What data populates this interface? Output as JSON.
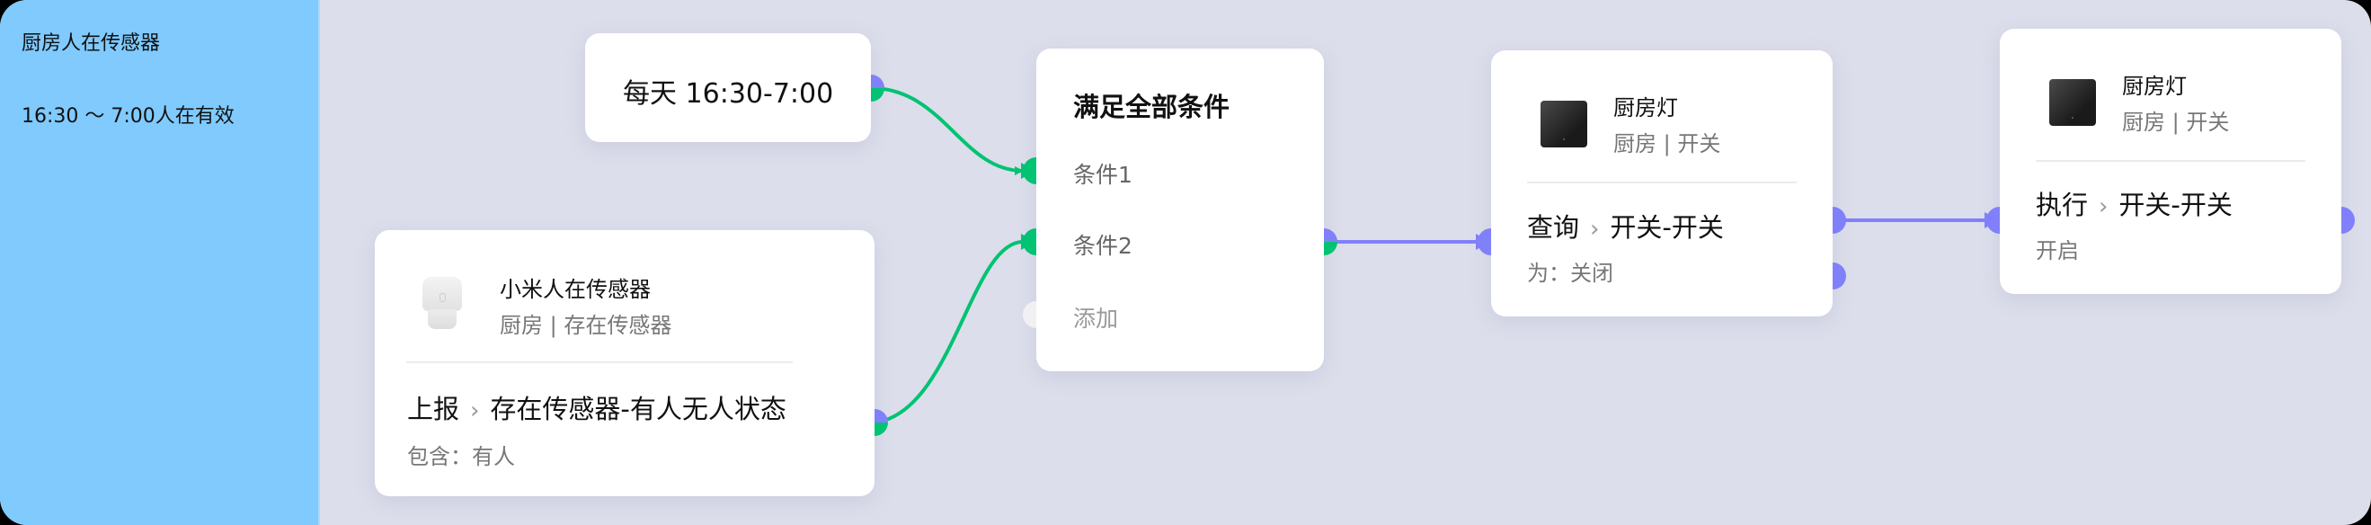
{
  "sidebar": {
    "title": "厨房人在传感器",
    "description": "16:30 ～ 7:00人在有效"
  },
  "nodes": {
    "time_trigger": {
      "label": "每天 16:30-7:00"
    },
    "sensor_trigger": {
      "device_name": "小米人在传感器",
      "device_meta": "厨房 | 存在传感器",
      "verb": "上报",
      "chevron": "›",
      "property": "存在传感器-有人无人状态",
      "condition": "包含：有人"
    },
    "condition_group": {
      "title": "满足全部条件",
      "items": [
        {
          "label": "条件1"
        },
        {
          "label": "条件2"
        }
      ],
      "add_label": "添加"
    },
    "query_node": {
      "device_name": "厨房灯",
      "device_meta": "厨房 | 开关",
      "verb": "查询",
      "chevron": "›",
      "property": "开关-开关",
      "condition": "为：关闭"
    },
    "action_node": {
      "device_name": "厨房灯",
      "device_meta": "厨房 | 开关",
      "verb": "执行",
      "chevron": "›",
      "property": "开关-开关",
      "value": "开启"
    }
  },
  "colors": {
    "sidebar_bg": "#80CAFE",
    "canvas_bg": "#DCDEEB",
    "port_purple": "#8080FA",
    "port_green": "#02C373",
    "link_green": "#02C373",
    "link_purple": "#8080FA"
  }
}
